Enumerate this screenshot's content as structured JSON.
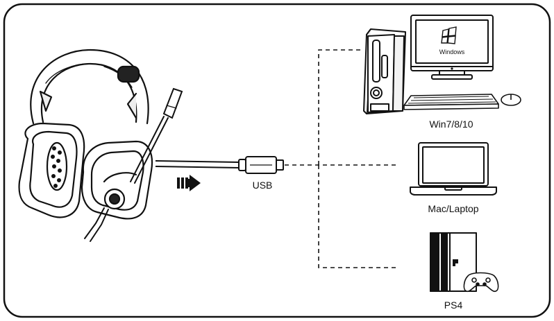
{
  "diagram": {
    "connector_label": "USB",
    "devices": [
      {
        "id": "pc",
        "label": "Win7/8/10",
        "screen_text": "Windows"
      },
      {
        "id": "laptop",
        "label": "Mac/Laptop"
      },
      {
        "id": "console",
        "label": "PS4"
      }
    ]
  },
  "colors": {
    "line": "#111111",
    "background": "#ffffff"
  },
  "icons": [
    "headset-icon",
    "microphone-icon",
    "usb-plug-icon",
    "arrow-icon",
    "desktop-tower-icon",
    "monitor-icon",
    "keyboard-icon",
    "mouse-icon",
    "laptop-icon",
    "ps4-console-icon",
    "gamepad-icon"
  ]
}
